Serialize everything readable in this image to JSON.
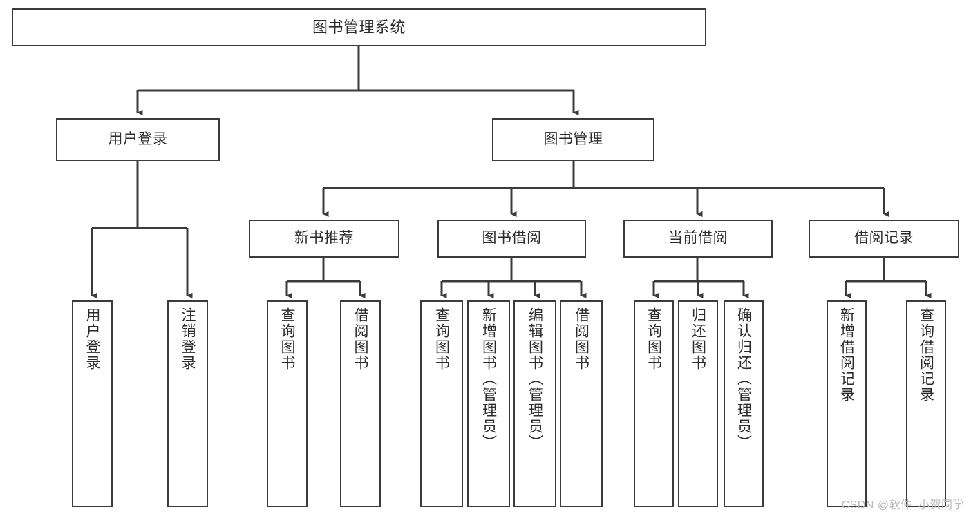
{
  "diagram": {
    "title": "图书管理系统",
    "type": "tree-hierarchy",
    "orientation": "top-down",
    "colors": {
      "background": "#ffffff",
      "border": "#3b3b3b",
      "text": "#2b2b2b",
      "edge": "#3b3b3b",
      "watermark": "#b9b9b9"
    },
    "root": {
      "label": "图书管理系统"
    },
    "level2": [
      {
        "label": "用户登录"
      },
      {
        "label": "图书管理"
      }
    ],
    "level3": [
      {
        "label": "新书推荐"
      },
      {
        "label": "图书借阅"
      },
      {
        "label": "当前借阅"
      },
      {
        "label": "借阅记录"
      }
    ],
    "leaves": {
      "user_login": [
        {
          "label": "用户登录"
        },
        {
          "label": "注销登录"
        }
      ],
      "new_book_recommend": [
        {
          "label": "查询图书"
        },
        {
          "label": "借阅图书"
        }
      ],
      "book_borrow": [
        {
          "label": "查询图书"
        },
        {
          "label": "新增图书（管理员）"
        },
        {
          "label": "编辑图书（管理员）"
        },
        {
          "label": "借阅图书"
        }
      ],
      "current_borrow": [
        {
          "label": "查询图书"
        },
        {
          "label": "归还图书"
        },
        {
          "label": "确认归还（管理员）"
        }
      ],
      "borrow_record": [
        {
          "label": "新增借阅记录"
        },
        {
          "label": "查询借阅记录"
        }
      ]
    }
  },
  "watermark": {
    "text": "CSDN @软件_小贺同学"
  }
}
